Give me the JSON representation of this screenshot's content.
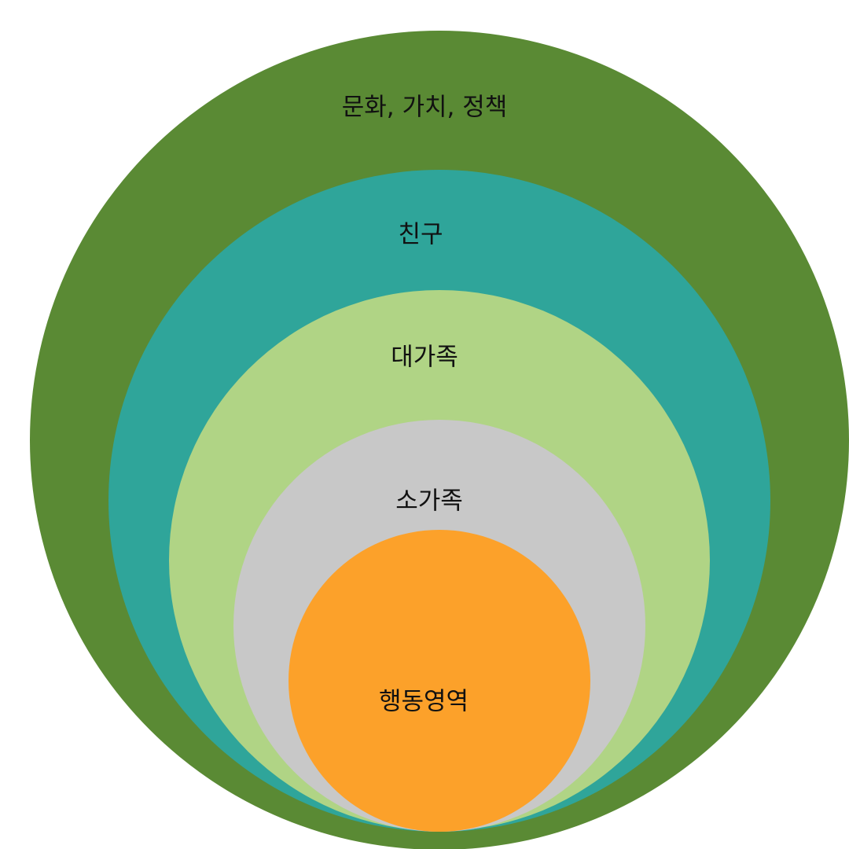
{
  "diagram": {
    "type": "nested-circles",
    "layers": [
      {
        "id": "culture",
        "label": "문화, 가치, 정책",
        "color": "#5A8A34"
      },
      {
        "id": "friends",
        "label": "친구",
        "color": "#2FA59A"
      },
      {
        "id": "extended-family",
        "label": "대가족",
        "color": "#B0D485"
      },
      {
        "id": "nuclear-family",
        "label": "소가족",
        "color": "#C8C8C8"
      },
      {
        "id": "behavior-area",
        "label": "행동영역",
        "color": "#FCA12A"
      }
    ]
  }
}
